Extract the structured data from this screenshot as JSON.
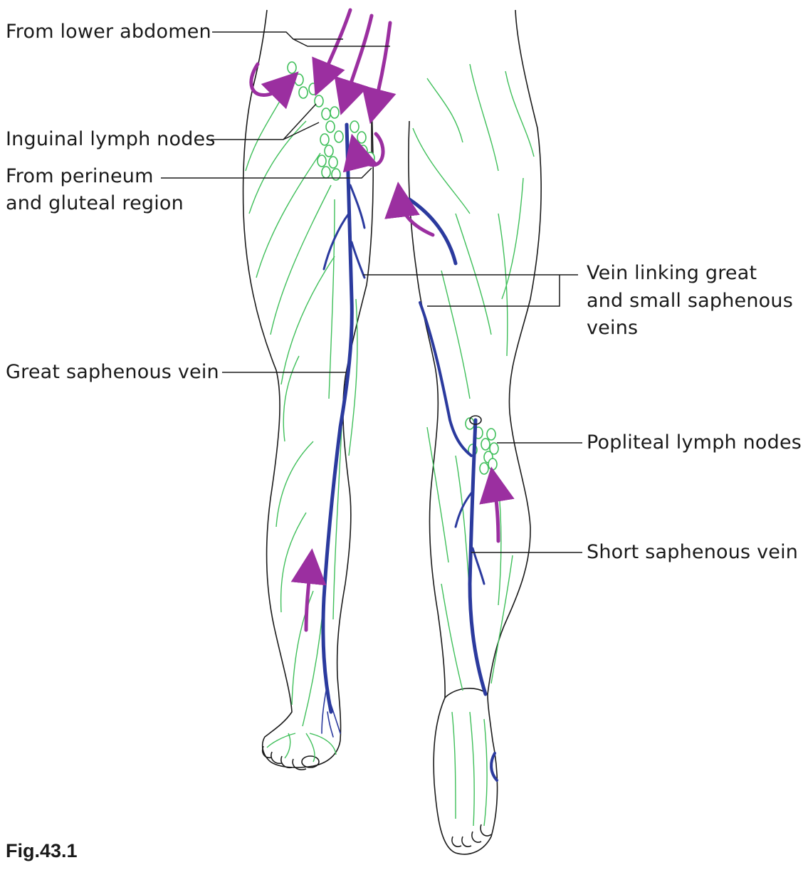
{
  "labels": {
    "lower_abdomen": "From lower abdomen",
    "inguinal_nodes": "Inguinal lymph nodes",
    "perineum_line1": "From perineum",
    "perineum_line2": "and gluteal region",
    "great_saphenous": "Great saphenous vein",
    "linking_line1": "Vein linking great",
    "linking_line2": "and small saphenous",
    "linking_line3": "veins",
    "popliteal_nodes": "Popliteal lymph nodes",
    "short_saphenous": "Short saphenous vein"
  },
  "caption": "Fig.43.1",
  "colors": {
    "outline": "#1a1a1a",
    "lymph_vessel": "#3fbf5a",
    "vein": "#2b3a9e",
    "flow_arrow": "#9b2fa0",
    "leader_line": "#1a1a1a"
  }
}
